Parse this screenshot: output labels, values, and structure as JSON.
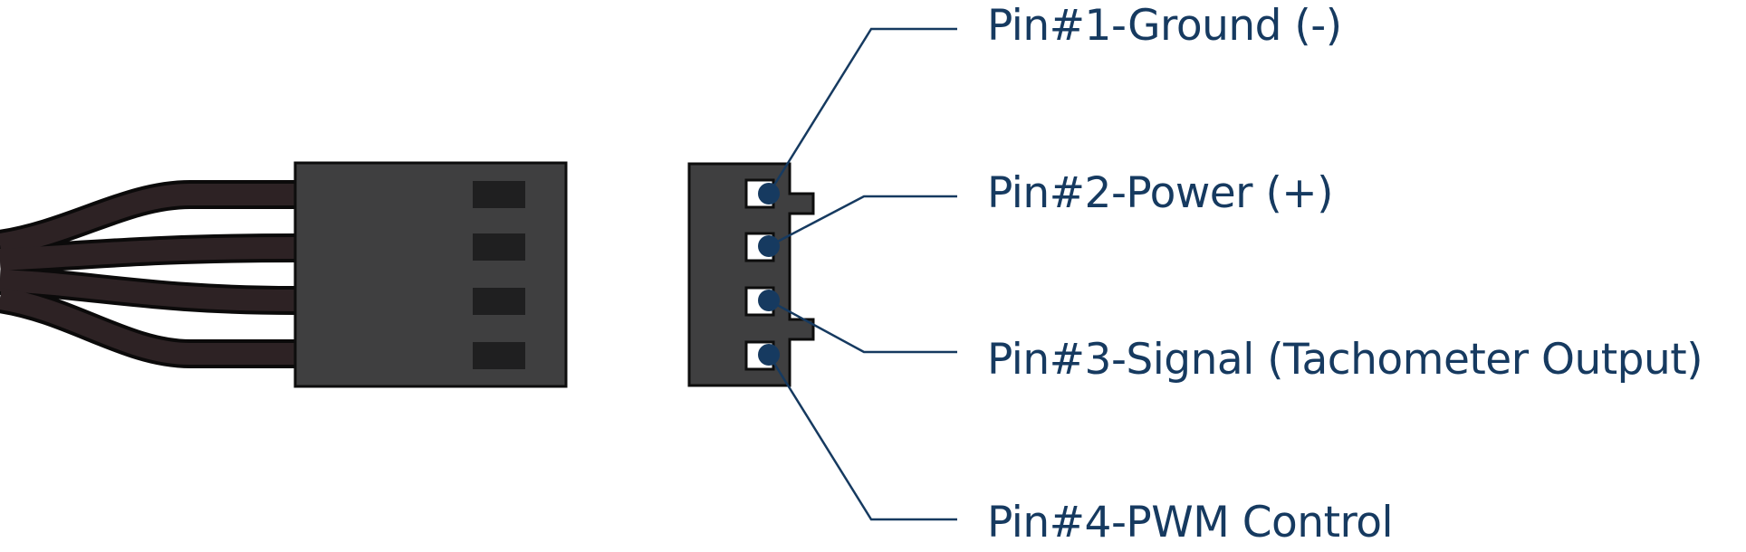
{
  "pins": [
    {
      "label": "Pin#1-Ground (-)"
    },
    {
      "label": "Pin#2-Power (+)"
    },
    {
      "label": "Pin#3-Signal (Tachometer Output)"
    },
    {
      "label": "Pin#4-PWM Control"
    }
  ],
  "colors": {
    "connector_body": "#3f3f40",
    "wire": "#2d2224",
    "outline": "#111111",
    "pin_slot": "#1f1f20",
    "callout": "#163a60"
  }
}
